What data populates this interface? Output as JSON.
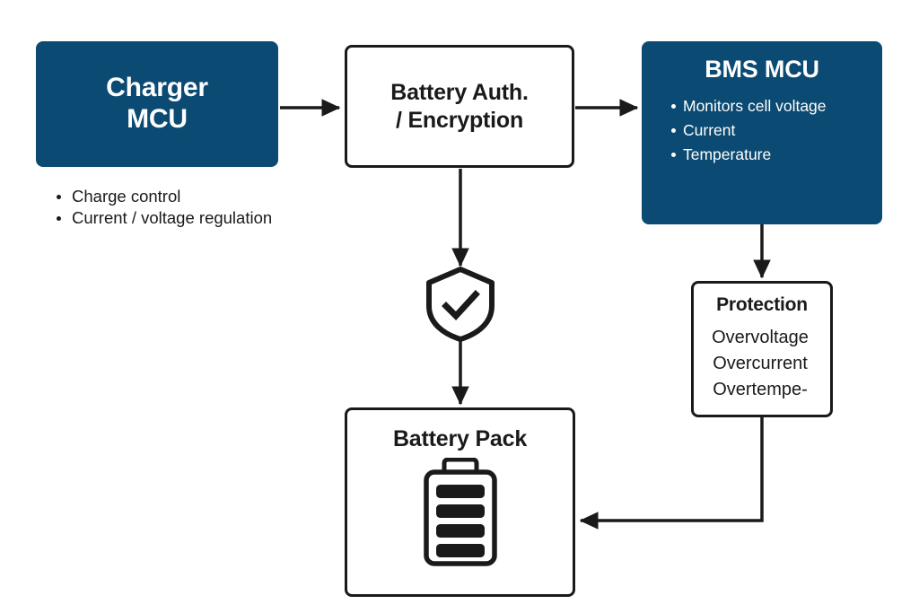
{
  "diagram": {
    "title": "Battery charging system block diagram",
    "colors": {
      "accent": "#0b4a72",
      "stroke": "#1a1a1a",
      "background": "#ffffff"
    },
    "nodes": {
      "charger_mcu": {
        "title": "Charger\nMCU",
        "title_line1": "Charger",
        "title_line2": "MCU",
        "notes": [
          "Charge control",
          "Current / voltage regulation"
        ]
      },
      "battery_auth": {
        "title_line1": "Battery Auth.",
        "title_line2": "/ Encryption"
      },
      "bms_mcu": {
        "title": "BMS MCU",
        "bullets": [
          "Monitors cell voltage",
          "Current",
          "Temperature"
        ]
      },
      "protection": {
        "title": "Protection",
        "lines": [
          "Overvoltage",
          "Overcurrent",
          "Overtempe-"
        ]
      },
      "battery_pack": {
        "title": "Battery Pack"
      }
    },
    "icons": {
      "shield": "shield-check-icon",
      "battery": "battery-icon"
    },
    "connections": [
      {
        "from": "charger_mcu",
        "to": "battery_auth",
        "direction": "right"
      },
      {
        "from": "battery_auth",
        "to": "bms_mcu",
        "direction": "right"
      },
      {
        "from": "battery_auth",
        "to": "shield",
        "direction": "down"
      },
      {
        "from": "shield",
        "to": "battery_pack",
        "direction": "down"
      },
      {
        "from": "bms_mcu",
        "to": "protection",
        "direction": "down"
      },
      {
        "from": "protection",
        "to": "battery_pack",
        "direction": "down-left"
      }
    ]
  }
}
